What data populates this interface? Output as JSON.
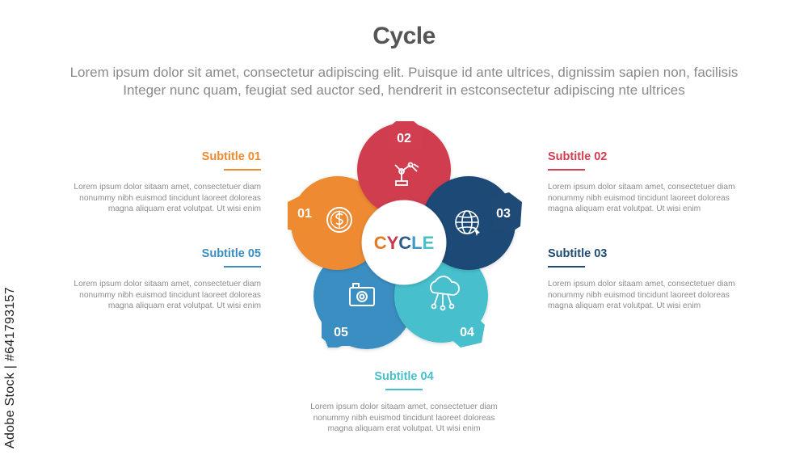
{
  "title": "Cycle",
  "description": [
    "Lorem ipsum dolor sit amet, consectetur adipiscing elit. Puisque id ante ultrices, dignissim sapien non, facilisis",
    "Integer nunc quam, feugiat sed auctor sed, hendrerit in estconsectetur adipiscing nte ultrices"
  ],
  "center": {
    "letters": [
      "C",
      "Y",
      "C",
      "L",
      "E"
    ],
    "letter_colors": [
      "#e37a26",
      "#c9384a",
      "#2b5d8f",
      "#3f96c9",
      "#4bbfc9"
    ]
  },
  "segments": [
    {
      "number": "01",
      "color": "#ee8a30",
      "icon": "dollar-coin-icon"
    },
    {
      "number": "02",
      "color": "#d03e4f",
      "icon": "robotic-arm-icon"
    },
    {
      "number": "03",
      "color": "#1f4a75",
      "icon": "globe-icon"
    },
    {
      "number": "04",
      "color": "#47bfcc",
      "icon": "cloud-network-icon"
    },
    {
      "number": "05",
      "color": "#3b8ec2",
      "icon": "camera-icon"
    }
  ],
  "items": [
    {
      "subtitle": "Subtitle 01",
      "color": "#ee8a30",
      "text": [
        "Lorem ipsum dolor sitaam amet, consectetuer diam",
        "nonummy  nibh euismod tincidunt laoreet doloreas",
        "magna aliquam erat volutpat. Ut wisi enim"
      ]
    },
    {
      "subtitle": "Subtitle 02",
      "color": "#d03e4f",
      "text": [
        "Lorem ipsum dolor sitaam amet, consectetuer diam",
        "nonummy  nibh euismod tincidunt laoreet doloreas",
        "magna aliquam erat volutpat. Ut wisi enim"
      ]
    },
    {
      "subtitle": "Subtitle 03",
      "color": "#1f4a75",
      "text": [
        "Lorem ipsum dolor sitaam amet, consectetuer diam",
        "nonummy  nibh euismod tincidunt laoreet doloreas",
        "magna aliquam erat volutpat. Ut wisi enim"
      ]
    },
    {
      "subtitle": "Subtitle 04",
      "color": "#47bfcc",
      "text": [
        "Lorem ipsum dolor sitaam amet, consectetuer diam",
        "nonummy  nibh euismod tincidunt laoreet doloreas",
        "magna aliquam erat volutpat. Ut wisi enim"
      ]
    },
    {
      "subtitle": "Subtitle 05",
      "color": "#3b8ec2",
      "text": [
        "Lorem ipsum dolor sitaam amet, consectetuer diam",
        "nonummy  nibh euismod tincidunt laoreet doloreas",
        "magna aliquam erat volutpat. Ut wisi enim"
      ]
    }
  ],
  "credit": "Adobe Stock | #641793157"
}
